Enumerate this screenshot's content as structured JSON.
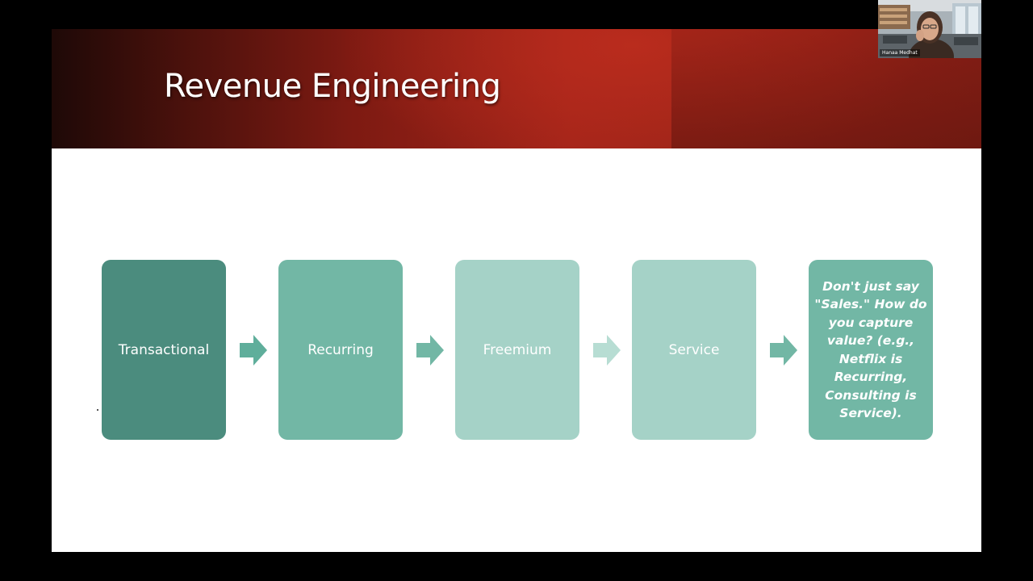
{
  "slide": {
    "title": "Revenue Engineering",
    "steps": [
      {
        "label": "Transactional",
        "color": "#4b8c7e"
      },
      {
        "label": "Recurring",
        "color": "#72b7a5"
      },
      {
        "label": "Freemium",
        "color": "#a5d2c7"
      },
      {
        "label": "Service",
        "color": "#a5d2c7"
      }
    ],
    "note": {
      "text": "Don't just say \"Sales.\" How do you capture value? (e.g., Netflix is Recurring, Consulting is Service).",
      "color": "#72b7a5"
    },
    "arrow_colors": [
      "#5fae9b",
      "#72b7a5",
      "#b7ddd3",
      "#72b7a5"
    ]
  },
  "participant": {
    "name": "Hanaa Medhat"
  }
}
